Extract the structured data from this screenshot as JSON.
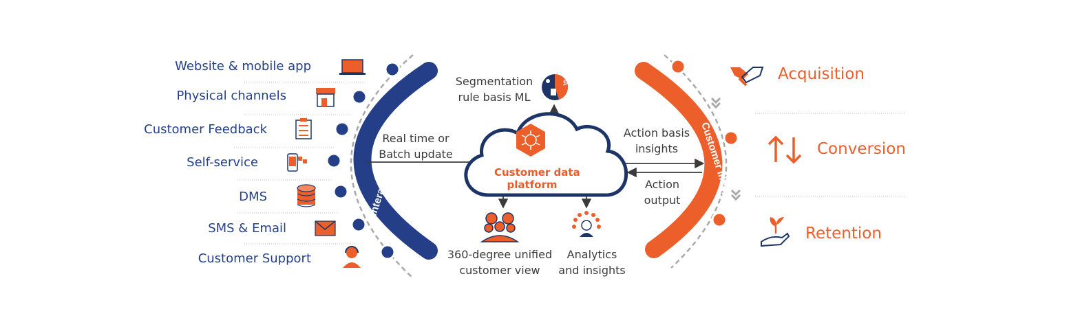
{
  "channels": [
    {
      "label": "Website & mobile app",
      "icon": "laptop-icon"
    },
    {
      "label": "Physical channels",
      "icon": "storefront-icon"
    },
    {
      "label": "Customer Feedback",
      "icon": "feedback-clipboard-icon"
    },
    {
      "label": "Self-service",
      "icon": "self-service-phone-icon"
    },
    {
      "label": "DMS",
      "icon": "database-icon"
    },
    {
      "label": "SMS & Email",
      "icon": "envelope-icon"
    },
    {
      "label": "Customer Support",
      "icon": "support-agent-icon"
    }
  ],
  "left_arc_label": "Interaction channels",
  "right_arc_label": "Customer lifecycle",
  "cloud": {
    "title_line1": "Customer data",
    "title_line2": "platform",
    "icon": "hexagon-network-icon"
  },
  "inputs": {
    "realtime_line1": "Real time or",
    "realtime_line2": "Batch update"
  },
  "segmentation": {
    "line1": "Segmentation",
    "line2": "rule basis ML",
    "icon": "segmentation-icon"
  },
  "outputs": {
    "action_basis_line1": "Action basis",
    "action_basis_line2": "insights",
    "action_output_line1": "Action",
    "action_output_line2": "output"
  },
  "bottom": {
    "unified_line1": "360-degree unified",
    "unified_line2": "customer view",
    "unified_icon": "customer-group-icon",
    "analytics_line1": "Analytics",
    "analytics_line2": "and insights",
    "analytics_icon": "analytics-person-icon"
  },
  "lifecycle": [
    {
      "label": "Acquisition",
      "icon": "handshake-icon"
    },
    {
      "label": "Conversion",
      "icon": "up-down-arrows-icon"
    },
    {
      "label": "Retention",
      "icon": "plant-hand-icon"
    }
  ],
  "colors": {
    "navy": "#243f88",
    "orange": "#ec5f2b",
    "dark_text": "#3b3b3b"
  }
}
